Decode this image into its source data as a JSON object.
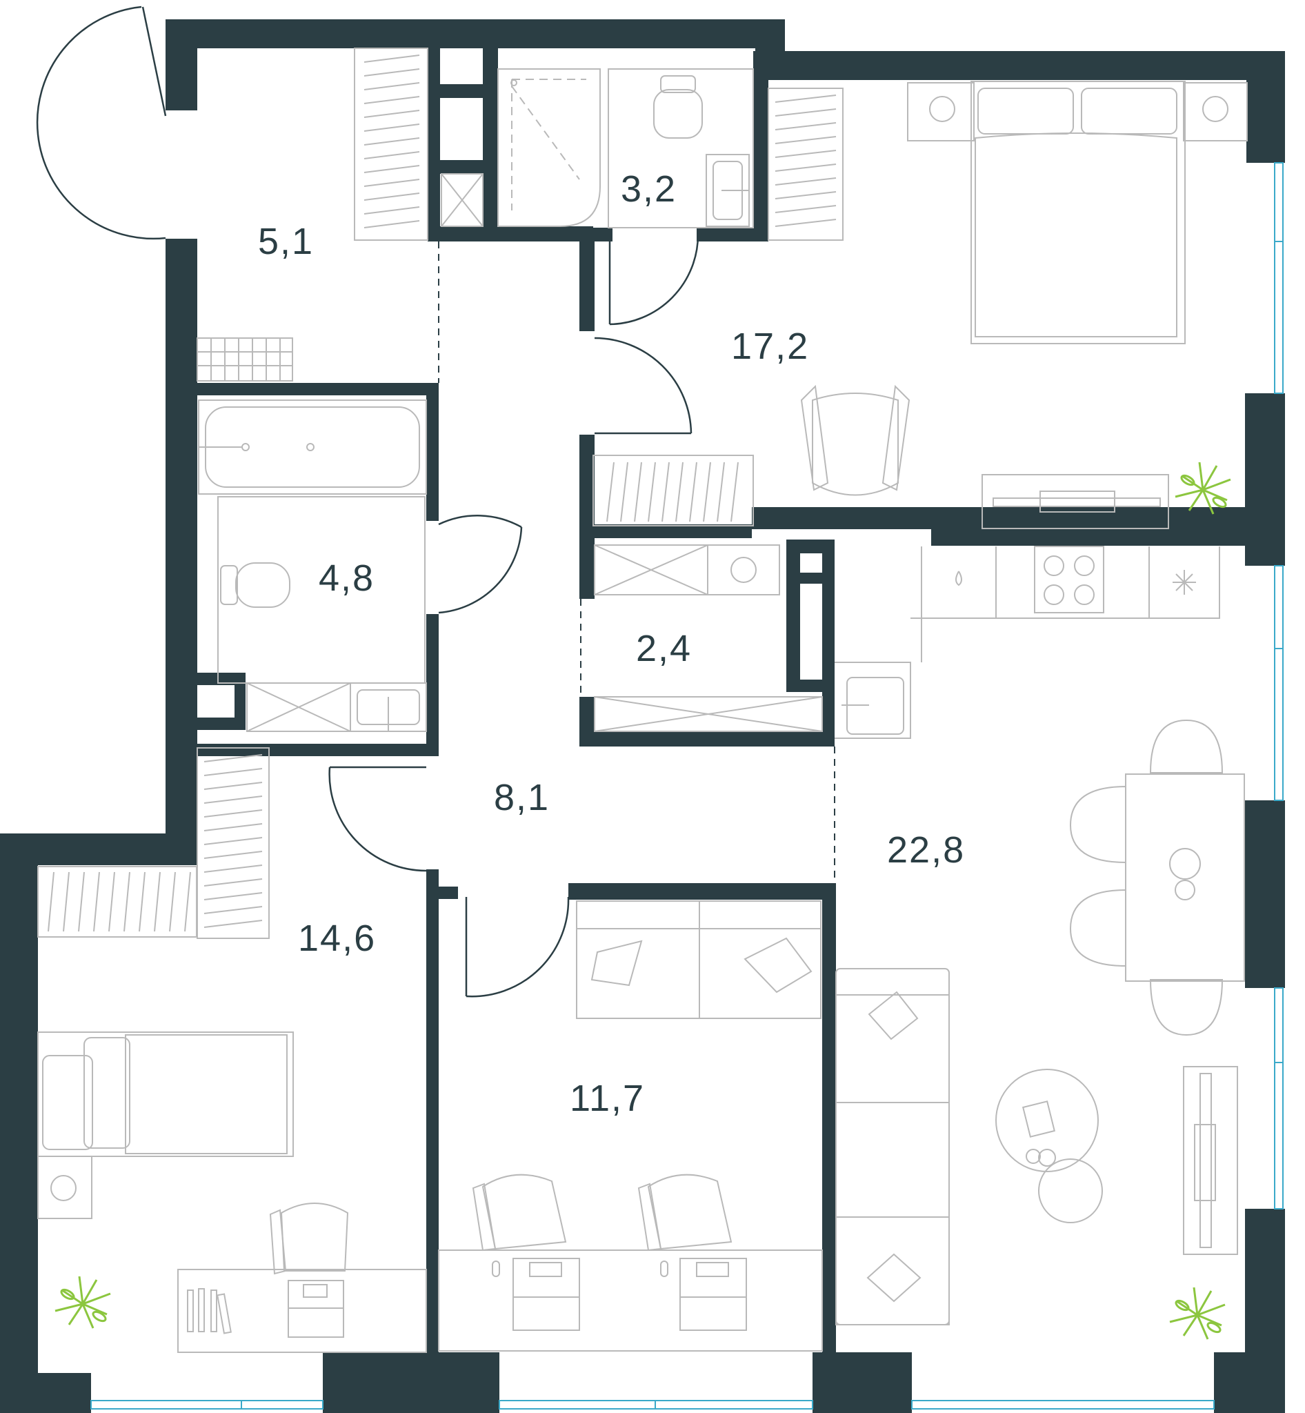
{
  "plan": {
    "rooms": [
      {
        "id": "hall",
        "area": "5,1"
      },
      {
        "id": "wc",
        "area": "3,2"
      },
      {
        "id": "master-bedroom",
        "area": "17,2"
      },
      {
        "id": "bathroom",
        "area": "4,8"
      },
      {
        "id": "storage",
        "area": "2,4"
      },
      {
        "id": "corridor",
        "area": "8,1"
      },
      {
        "id": "kitchen-living",
        "area": "22,8"
      },
      {
        "id": "bedroom",
        "area": "14,6"
      },
      {
        "id": "study",
        "area": "11,7"
      }
    ],
    "colors": {
      "wall": "#2b3e44",
      "furniture": "#b9b9b9",
      "window": "#3aa9c9",
      "plant": "#8cc63f"
    }
  }
}
